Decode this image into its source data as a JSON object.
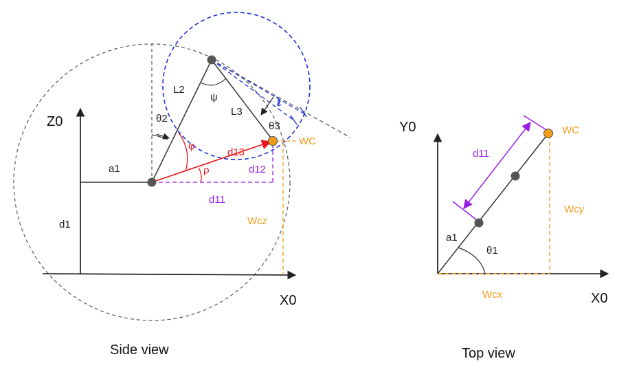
{
  "side_view": {
    "caption": "Side view",
    "axis_x": "X0",
    "axis_z": "Z0",
    "labels": {
      "a1": "a1",
      "d1": "d1",
      "L2": "L2",
      "L3": "L3",
      "psi": "ψ",
      "theta2": "θ2",
      "theta3": "θ3",
      "phi": "φ",
      "rho": "ρ",
      "d13": "d13",
      "d12": "d12",
      "d11": "d11",
      "epsilon": "ε",
      "wc": "WC",
      "wcz": "Wcz"
    }
  },
  "top_view": {
    "caption": "Top view",
    "axis_x": "X0",
    "axis_y": "Y0",
    "labels": {
      "a1": "a1",
      "theta1": "θ1",
      "d11": "d11",
      "wc": "WC",
      "wcx": "Wcx",
      "wcy": "Wcy"
    }
  },
  "colors": {
    "red": "#e8151b",
    "purple": "#9b1ee8",
    "orange": "#f29a1a",
    "blue": "#1a2fd6",
    "dark": "#444444",
    "joint": "#555555"
  }
}
